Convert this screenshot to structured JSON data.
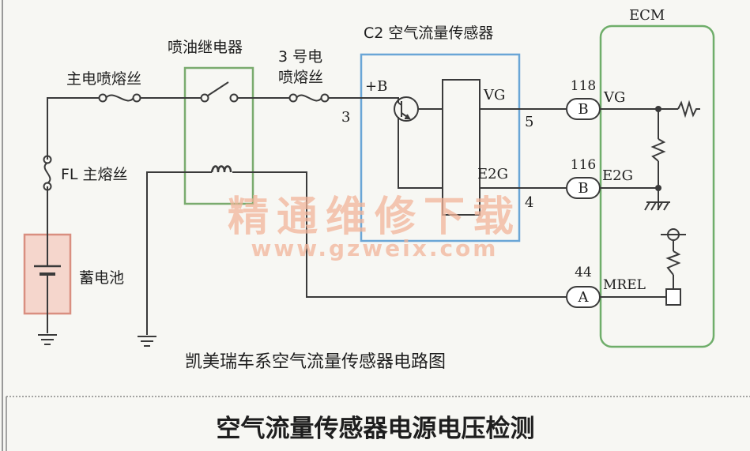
{
  "labels": {
    "main_fuse": "主电喷熔丝",
    "injection_relay": "喷油继电器",
    "fuse3_line1": "3 号电",
    "fuse3_line2": "喷熔丝",
    "sensor_title": "C2 空气流量传感器",
    "ecm": "ECM",
    "fl_fuse": "FL 主熔丝",
    "battery": "蓄电池",
    "plus_b": "+B",
    "pin3": "3",
    "vg_left": "VG",
    "e2g_left": "E2G",
    "pin5": "5",
    "pin4": "4",
    "vg_right": "VG",
    "e2g_right": "E2G",
    "mrel": "MREL"
  },
  "connectors": [
    {
      "pin": "118",
      "letter": "B"
    },
    {
      "pin": "116",
      "letter": "B"
    },
    {
      "pin": "44",
      "letter": "A"
    }
  ],
  "watermark": {
    "line1": "精通维修下载",
    "line2": "www.gzweix.com",
    "color": "#f2b49a"
  },
  "caption": "凯美瑞车系空气流量传感器电路图",
  "footer_title": "空气流量传感器电源电压检测",
  "colors": {
    "wire": "#3a3a3a",
    "relay_box": "#7aab6e",
    "sensor_box": "#6aa6d6",
    "ecm_box": "#6fae6a",
    "battery_fill": "#f5d6cc",
    "battery_border": "#d98f80"
  }
}
